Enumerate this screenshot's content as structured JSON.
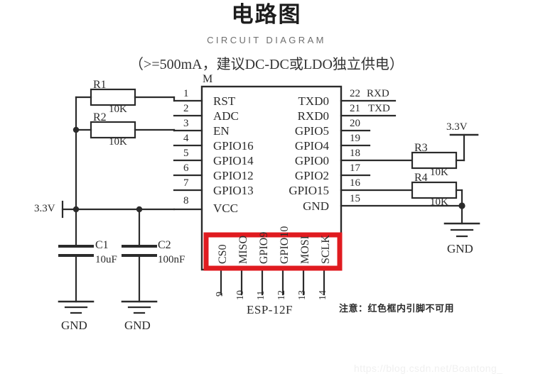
{
  "header": {
    "title_cn": "电路图",
    "title_en": "CIRCUIT DIAGRAM",
    "subtitle": "（>=500mA，建议DC-DC或LDO独立供电）"
  },
  "chip": {
    "marker": "M",
    "part_name": "ESP-12F",
    "left_pins": [
      {
        "num": "1",
        "name": "RST"
      },
      {
        "num": "2",
        "name": "ADC"
      },
      {
        "num": "3",
        "name": "EN"
      },
      {
        "num": "4",
        "name": "GPIO16"
      },
      {
        "num": "5",
        "name": "GPIO14"
      },
      {
        "num": "6",
        "name": "GPIO12"
      },
      {
        "num": "7",
        "name": "GPIO13"
      },
      {
        "num": "8",
        "name": "VCC"
      }
    ],
    "right_pins": [
      {
        "num": "22",
        "name": "TXD0",
        "net": "RXD"
      },
      {
        "num": "21",
        "name": "RXD0",
        "net": "TXD"
      },
      {
        "num": "20",
        "name": "GPIO5",
        "net": ""
      },
      {
        "num": "19",
        "name": "GPIO4",
        "net": ""
      },
      {
        "num": "18",
        "name": "GPIO0",
        "net": ""
      },
      {
        "num": "17",
        "name": "GPIO2",
        "net": ""
      },
      {
        "num": "16",
        "name": "GPIO15",
        "net": ""
      },
      {
        "num": "15",
        "name": "GND",
        "net": ""
      }
    ],
    "bottom_pins": [
      {
        "num": "9",
        "name": "CS0"
      },
      {
        "num": "10",
        "name": "MISO"
      },
      {
        "num": "11",
        "name": "GPIO9"
      },
      {
        "num": "12",
        "name": "GPIO10"
      },
      {
        "num": "13",
        "name": "MOSI"
      },
      {
        "num": "14",
        "name": "SCLK"
      }
    ]
  },
  "components": {
    "r1": {
      "ref": "R1",
      "value": "10K"
    },
    "r2": {
      "ref": "R2",
      "value": "10K"
    },
    "r3": {
      "ref": "R3",
      "value": "10K"
    },
    "r4": {
      "ref": "R4",
      "value": "10K"
    },
    "c1": {
      "ref": "C1",
      "value": "10uF"
    },
    "c2": {
      "ref": "C2",
      "value": "100nF"
    }
  },
  "rails": {
    "vcc_left": "3.3V",
    "vcc_right": "3.3V",
    "gnd_c1": "GND",
    "gnd_c2": "GND",
    "gnd_right": "GND"
  },
  "note": "注意：红色框内引脚不可用",
  "watermark": "https://blog.csdn.net/Boantong_",
  "colors": {
    "line": "#2b2b2b",
    "warning_box": "#e01b20",
    "background": "#ffffff"
  }
}
